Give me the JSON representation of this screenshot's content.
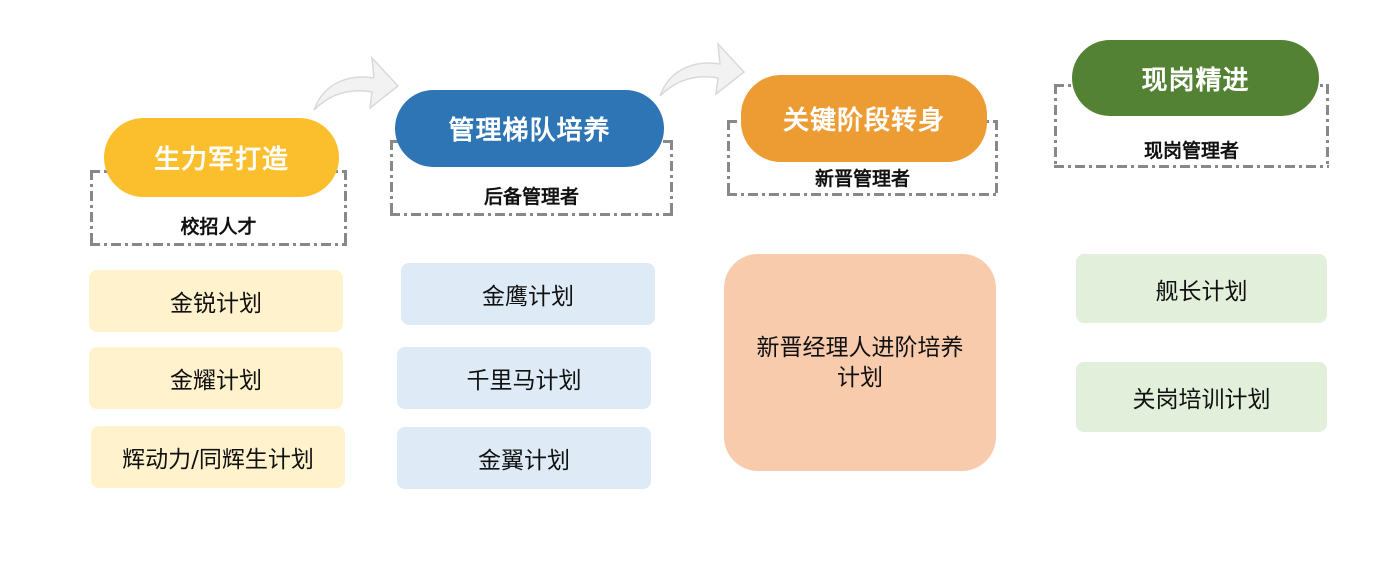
{
  "stages": [
    {
      "title": "生力军打造",
      "audience": "校招人才",
      "color": "#FBBF2D",
      "card_color": "#FFF2CC",
      "programs": [
        "金锐计划",
        "金耀计划",
        "辉动力/同辉生计划"
      ]
    },
    {
      "title": "管理梯队培养",
      "audience": "后备管理者",
      "color": "#2E75B6",
      "card_color": "#DEEBF7",
      "programs": [
        "金鹰计划",
        "千里马计划",
        "金翼计划"
      ]
    },
    {
      "title": "关键阶段转身",
      "audience": "新晋管理者",
      "color": "#ED9B33",
      "card_color": "#F8CBAD",
      "programs": [
        "新晋经理人进阶培养计划"
      ]
    },
    {
      "title": "现岗精进",
      "audience": "现岗管理者",
      "color": "#548235",
      "card_color": "#E2EFDA",
      "programs": [
        "舰长计划",
        "关岗培训计划"
      ]
    }
  ]
}
